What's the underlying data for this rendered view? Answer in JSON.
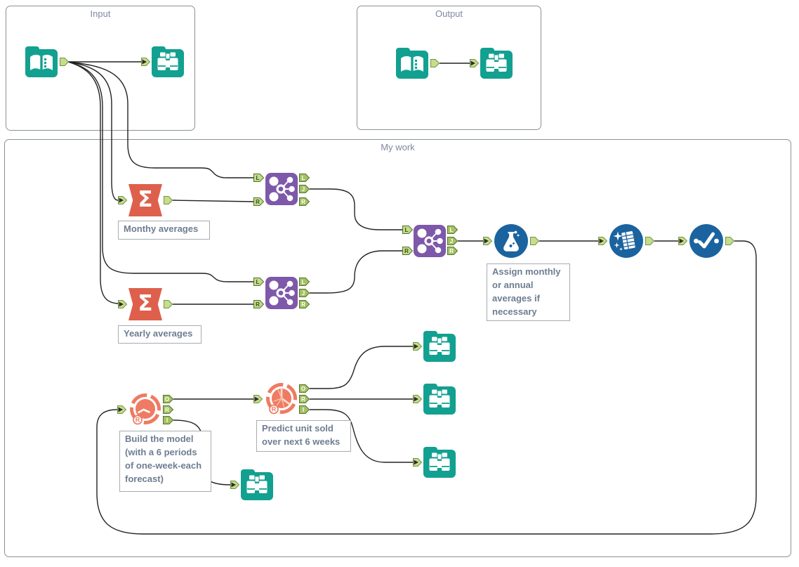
{
  "containers": {
    "input": {
      "label": "Input"
    },
    "output": {
      "label": "Output"
    },
    "my_work": {
      "label": "My work"
    }
  },
  "comments": {
    "monthly": {
      "text": "Monthy averages"
    },
    "yearly": {
      "text": "Yearly averages"
    },
    "assign": {
      "text": "Assign monthly\nor annual\naverages if\nnecessary"
    },
    "build": {
      "text": "Build the model\n(with a 6 periods\nof one-week-each\nforecast)"
    },
    "predict": {
      "text": "Predict unit sold\nover next 6 weeks"
    }
  },
  "ports": {
    "L": "L",
    "J": "J",
    "R": "R",
    "O": "O",
    "I": "I"
  },
  "glyphs": {
    "sigma": "Σ",
    "r_badge": "R"
  },
  "icons": {
    "input_data": "open-book-icon",
    "browse": "binoculars-icon",
    "summarize": "sigma-icon",
    "join": "hub-spoke-icon",
    "formula": "flask-icon",
    "data_cleansing": "sparkle-table-icon",
    "select": "checkmark-icon",
    "ts_model": "trend-gauge-icon",
    "ts_forecast": "clock-rays-icon",
    "r_badge": "r-logo-badge"
  },
  "colors": {
    "teal": "#12A090",
    "orange": "#DE604C",
    "salmon": "#EE7B62",
    "purple": "#7E58A9",
    "blue": "#1B639F",
    "port_green": "#C7DC8C",
    "port_border": "#6F9440",
    "tag_green": "#A5C163",
    "tag_border": "#51722B",
    "wire": "#222222",
    "comment_text": "#6E7D92",
    "container_border": "#8C9196",
    "label_text": "#7D89A3",
    "comment_border": "#A9ABB0"
  }
}
